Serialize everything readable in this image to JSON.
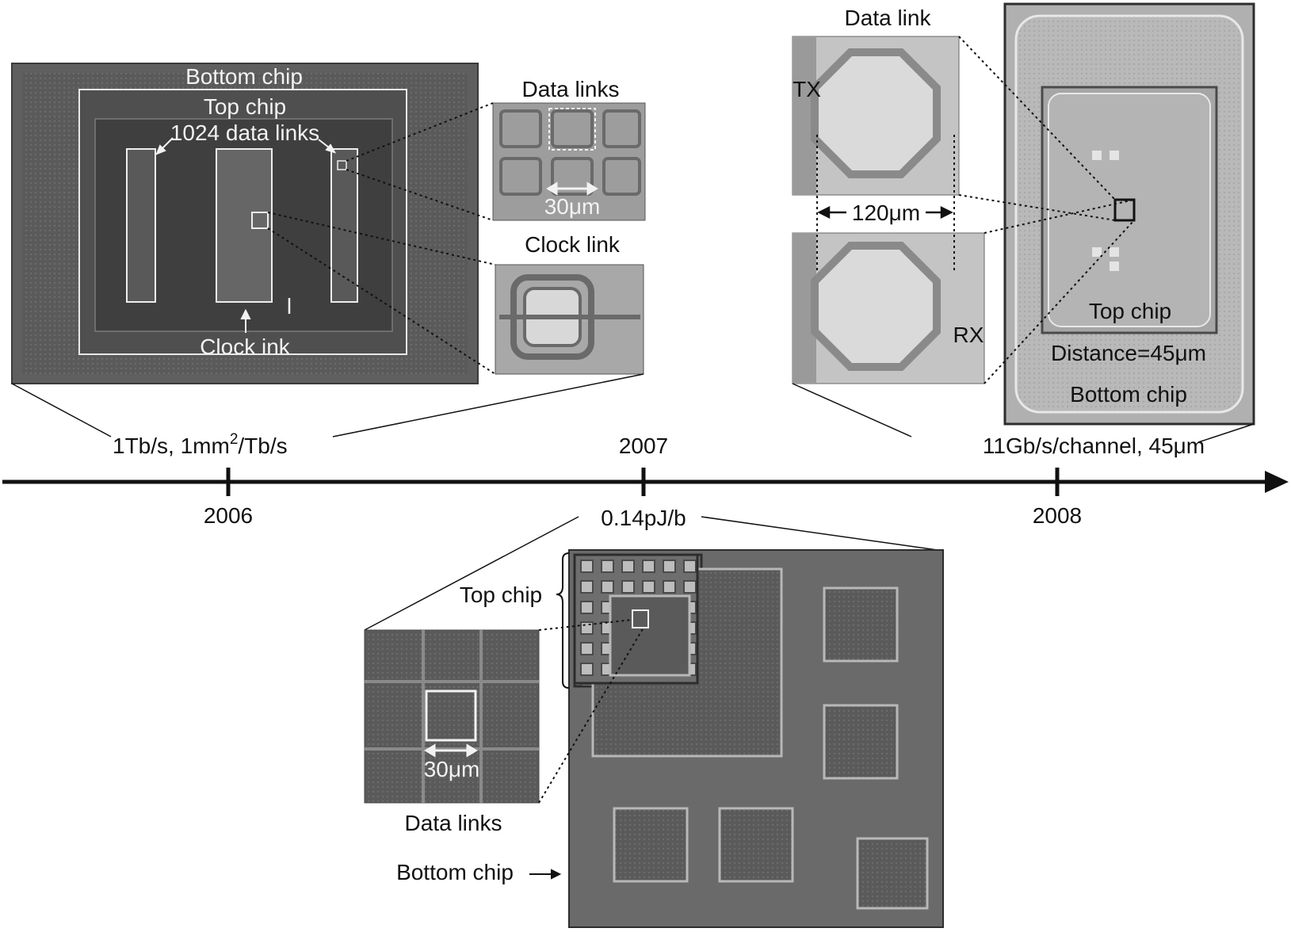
{
  "colors": {
    "ink": "#111111",
    "photo_dark": "#4a4a4a",
    "photo_mid": "#7a7a7a",
    "photo_light": "#c9c9c9",
    "annotation": "#f2f2f2"
  },
  "timeline": {
    "years": [
      "2006",
      "2007",
      "2008"
    ],
    "metric_2006": "1Tb/s, 1mm",
    "metric_2006_sup": "2",
    "metric_2006_tail": "/Tb/s",
    "metric_2007": "0.14pJ/b",
    "metric_2008": "11Gb/s/channel, 45μm"
  },
  "panel_2006": {
    "bottom_chip": "Bottom chip",
    "top_chip": "Top chip",
    "data_links_count": "1024 data links",
    "clock_link": "Clock  ink",
    "clock_mark": "l",
    "zoom_data_title": "Data links",
    "zoom_data_scale": "30μm",
    "zoom_clock_title": "Clock link"
  },
  "panel_2007": {
    "top_chip": "Top chip",
    "bottom_chip": "Bottom chip",
    "zoom_title": "Data links",
    "zoom_scale": "30μm"
  },
  "panel_2008": {
    "data_link": "Data link",
    "tx": "TX",
    "rx": "RX",
    "distance_scale": "120μm",
    "top_chip": "Top chip",
    "distance": "Distance=45μm",
    "bottom_chip": "Bottom chip"
  }
}
